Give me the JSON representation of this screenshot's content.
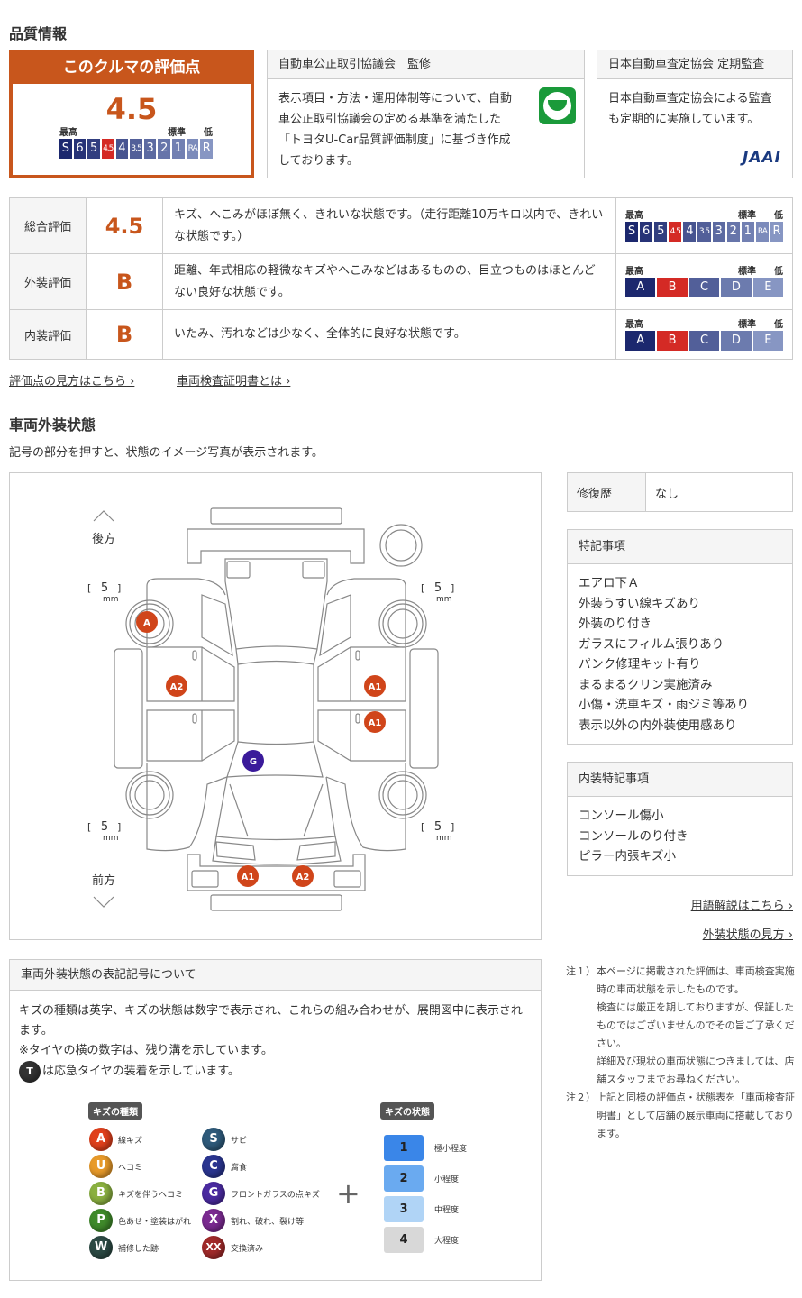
{
  "quality": {
    "title": "品質情報",
    "score_box": {
      "header": "このクルマの評価点",
      "score": "4.5"
    },
    "scale_labels": {
      "high": "最高",
      "mid": "標準",
      "low": "低"
    },
    "overall_scale": [
      "S",
      "6",
      "5",
      "4.5",
      "4",
      "3.5",
      "3",
      "2",
      "1",
      "RA",
      "R"
    ],
    "overall_selected": "4.5",
    "letter_scale": [
      "A",
      "B",
      "C",
      "D",
      "E"
    ],
    "jaftc": {
      "header": "自動車公正取引協議会　監修",
      "body": "表示項目・方法・運用体制等について、自動車公正取引協議会の定める基準を満たした「トヨタU-Car品質評価制度」に基づき作成しております。"
    },
    "jaai": {
      "header": "日本自動車査定協会 定期監査",
      "body": "日本自動車査定協会による監査も定期的に実施しています。",
      "logo": "JAAI"
    },
    "rows": [
      {
        "label": "総合評価",
        "value": "4.5",
        "desc": "キズ、へこみがほぼ無く、きれいな状態です。（走行距離10万キロ以内で、きれいな状態です。）",
        "selected": "4.5"
      },
      {
        "label": "外装評価",
        "value": "B",
        "desc": "距離、年式相応の軽微なキズやへこみなどはあるものの、目立つものはほとんどない良好な状態です。",
        "selected": "B"
      },
      {
        "label": "内装評価",
        "value": "B",
        "desc": "いたみ、汚れなどは少なく、全体的に良好な状態です。",
        "selected": "B"
      }
    ],
    "links": [
      "評価点の見方はこちら",
      "車両検査証明書とは"
    ]
  },
  "exterior": {
    "title": "車両外装状態",
    "subtitle": "記号の部分を押すと、状態のイメージ写真が表示されます。",
    "rear_label": "後方",
    "front_label": "前方",
    "tire_depth": [
      "5",
      "5",
      "5",
      "5"
    ],
    "tire_unit": "mm",
    "markers": [
      "A",
      "A2",
      "A1",
      "A1",
      "G",
      "A1",
      "A2"
    ],
    "repair_history": {
      "label": "修復歴",
      "value": "なし"
    },
    "special": {
      "title": "特記事項",
      "items": [
        "エアロ下Ａ",
        "外装うすい線キズあり",
        "外装のり付き",
        "ガラスにフィルム張りあり",
        "パンク修理キット有り",
        "まるまるクリン実施済み",
        "小傷・洗車キズ・雨ジミ等あり",
        "表示以外の内外装使用感あり"
      ]
    },
    "interior_special": {
      "title": "内装特記事項",
      "items": [
        "コンソール傷小",
        "コンソールのり付き",
        "ピラー内張キズ小"
      ]
    },
    "links": [
      "用語解説はこちら",
      "外装状態の見方"
    ]
  },
  "legend": {
    "title": "車両外装状態の表記記号について",
    "lines": [
      "キズの種類は英字、キズの状態は数字で表示され、これらの組み合わせが、展開図中に表示されます。",
      "※タイヤの横の数字は、残り溝を示しています。",
      "は応急タイヤの装着を示しています。"
    ],
    "spare_symbol": "T",
    "types_title": "キズの種類",
    "states_title": "キズの状態",
    "types": [
      {
        "code": "A",
        "label": "線キズ",
        "color": "#e0401c"
      },
      {
        "code": "U",
        "label": "ヘコミ",
        "color": "#e89a2a"
      },
      {
        "code": "B",
        "label": "キズを伴うヘコミ",
        "color": "#8ab040"
      },
      {
        "code": "P",
        "label": "色あせ・塗装はがれ",
        "color": "#3f8a2a"
      },
      {
        "code": "W",
        "label": "補修した跡",
        "color": "#2c4a44"
      },
      {
        "code": "S",
        "label": "サビ",
        "color": "#2e5a7a"
      },
      {
        "code": "C",
        "label": "腐食",
        "color": "#2a3590"
      },
      {
        "code": "G",
        "label": "フロントガラスの点キズ",
        "color": "#4a2aa0"
      },
      {
        "code": "X",
        "label": "割れ、破れ、裂け等",
        "color": "#7a2a90"
      },
      {
        "code": "XX",
        "label": "交換済み",
        "color": "#a02a2a"
      }
    ],
    "plus": "+",
    "states": [
      {
        "code": "1",
        "label": "極小程度",
        "color": "#3a86e8"
      },
      {
        "code": "2",
        "label": "小程度",
        "color": "#6aaaf0"
      },
      {
        "code": "3",
        "label": "中程度",
        "color": "#b0d4f6"
      },
      {
        "code": "4",
        "label": "大程度",
        "color": "#d8d8d8"
      }
    ]
  },
  "notes": [
    {
      "mark": "注１）",
      "lines": [
        "本ページに掲載された評価は、車両検査実施時の車両状態を示したものです。",
        "検査には厳正を期しておりますが、保証したものではございませんのでその旨ご了承ください。",
        "詳細及び現状の車両状態につきましては、店舗スタッフまでお尋ねください。"
      ]
    },
    {
      "mark": "注２）",
      "lines": [
        "上記と同様の評価点・状態表を「車両検査証明書」として店舗の展示車両に搭載しております。"
      ]
    }
  ]
}
